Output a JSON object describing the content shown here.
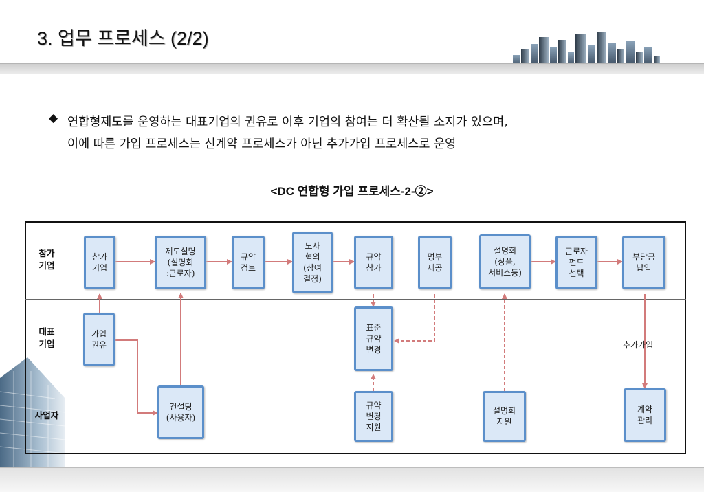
{
  "header": {
    "title": "3. 업무 프로세스 (2/2)"
  },
  "bullet": {
    "line1": "연합형제도를 운영하는 대표기업의 권유로 이후 기업의 참여는 더 확산될 소지가 있으며,",
    "line2": "이에 따른 가입 프로세스는 신계약 프로세스가 아닌 추가가입 프로세스로 운영"
  },
  "diagram": {
    "title": "<DC 연합형 가입 프로세스-2-②>",
    "lanes": {
      "lane1": "참가\n기업",
      "lane2": "대표\n기업",
      "lane3": "사업자"
    },
    "boxes": {
      "b_join_company": "참가\n기업",
      "b_explain": "제도설명\n(설명회\n:근로자)",
      "b_review": "규약\n검토",
      "b_labor": "노사\n협의\n(참여\n결정)",
      "b_participate": "규약\n참가",
      "b_roster": "명부\n제공",
      "b_seminar": "설명회\n(상품,\n서비스등)",
      "b_fund": "근로자\n펀드\n선택",
      "b_pay": "부담금\n납입",
      "b_invite": "가입\n권유",
      "b_standard": "표준\n규약\n변경",
      "b_consult": "컨설팅\n(사용자)",
      "b_change_support": "규약\n변경\n지원",
      "b_seminar_support": "설명회\n지원",
      "b_contract": "계약\n관리"
    },
    "additional_label": "추가가입",
    "colors": {
      "box_fill": "#dbe8f7",
      "box_border": "#5b8fca",
      "arrow": "#d27b7b"
    }
  }
}
